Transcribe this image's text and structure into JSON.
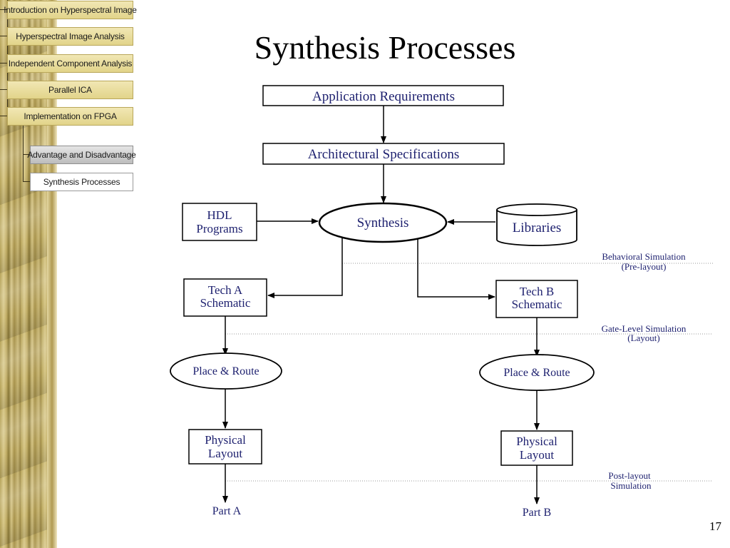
{
  "slide": {
    "title": "Synthesis Processes",
    "page_number": "17"
  },
  "nav": {
    "items": [
      {
        "label": "Introduction on Hyperspectral Image"
      },
      {
        "label": "Hyperspectral Image Analysis"
      },
      {
        "label": "Independent Component Analysis"
      },
      {
        "label": "Parallel ICA"
      },
      {
        "label": "Implementation on FPGA"
      },
      {
        "label": "Advantage and Disadvantage"
      },
      {
        "label": "Synthesis Processes"
      }
    ]
  },
  "diagram": {
    "app_req": "Application Requirements",
    "arch_spec": "Architectural Specifications",
    "hdl_line1": "HDL",
    "hdl_line2": "Programs",
    "synthesis": "Synthesis",
    "libraries": "Libraries",
    "tech_a_line1": "Tech A",
    "tech_a_line2": "Schematic",
    "tech_b_line1": "Tech B",
    "tech_b_line2": "Schematic",
    "place_route_a": "Place & Route",
    "place_route_b": "Place & Route",
    "physical_a_line1": "Physical",
    "physical_a_line2": "Layout",
    "physical_b_line1": "Physical",
    "physical_b_line2": "Layout",
    "part_a": "Part A",
    "part_b": "Part B",
    "behavioral_line1": "Behavioral Simulation",
    "behavioral_line2": "(Pre-layout)",
    "gate_line1": "Gate-Level Simulation",
    "gate_line2": "(Layout)",
    "post_line1": "Post-layout",
    "post_line2": "Simulation"
  },
  "colors": {
    "diagram_text": "#1c1f6e",
    "note_text": "#1c1f6e"
  }
}
